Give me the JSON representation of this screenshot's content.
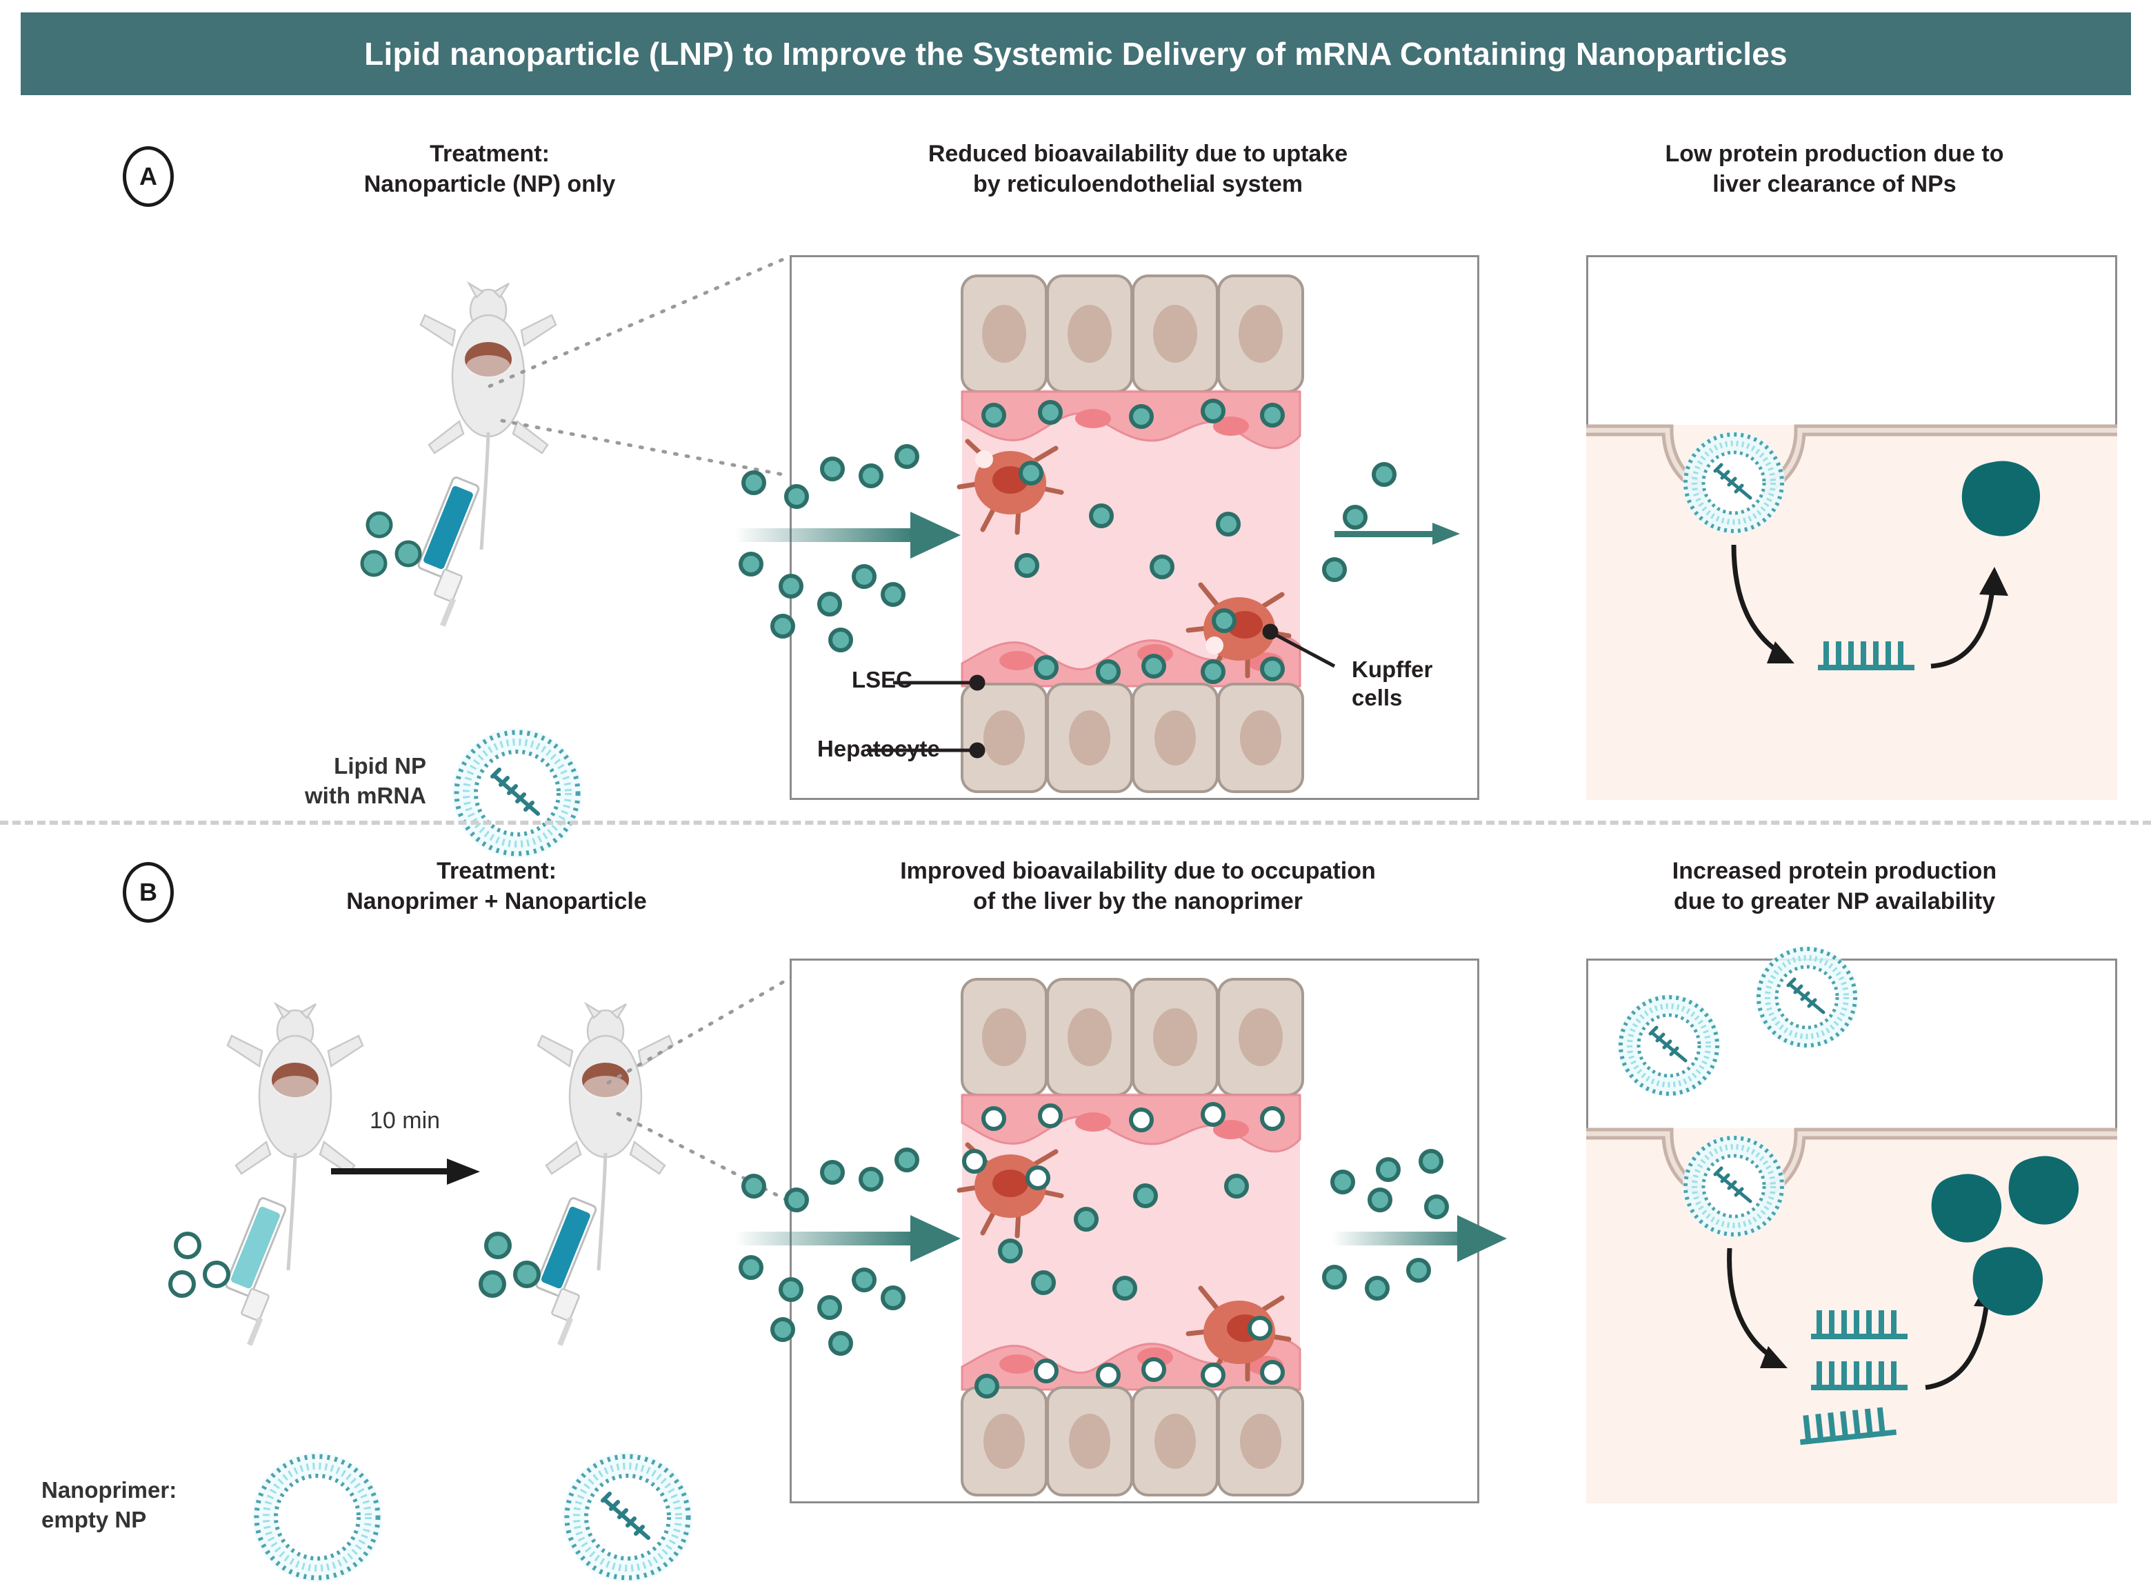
{
  "title": "Lipid nanoparticle (LNP) to Improve the Systemic Delivery of mRNA Containing Nanoparticles",
  "colors": {
    "banner_teal": "#427176",
    "nanoparticle_teal": "#3a7d76",
    "nanoparticle_fill": "#5fb3ab",
    "protein_teal": "#0f6a6e",
    "mrna_teal": "#2f8e93",
    "lnp_ring": "#49a8b5",
    "lnp_inner_glow": "#d8f2f5",
    "hepatocyte_fill": "#ded2c8",
    "hepatocyte_nucleus": "#c9ac9f",
    "sinusoid_fill": "#fbd9dd",
    "lsec_fill": "#f5a7ae",
    "lsec_nucleus": "#ef8288",
    "kupffer_fill": "#d8705d",
    "kupffer_nucleus": "#bf4233",
    "cell_cytoplasm": "#fdf2ec",
    "membrane": "#c7b2a8",
    "mouse_body": "#e8e8e8",
    "mouse_liver": "#8f4a34",
    "syringe_fluid": "#1b8fae",
    "divider_gray": "#cfcfcf",
    "frame_border": "#8c8c8c"
  },
  "panel_a": {
    "letter": "A",
    "heading_left": "Treatment:\nNanoparticle (NP) only",
    "heading_left_l1": "Treatment:",
    "heading_left_l2": "Nanoparticle (NP) only",
    "heading_mid_l1": "Reduced bioavailability due to uptake",
    "heading_mid_l2": "by reticuloendothelial system",
    "heading_right_l1": "Low protein production due to",
    "heading_right_l2": "liver clearance of NPs",
    "legend_l1": "Lipid NP",
    "legend_l2": "with mRNA",
    "label_lsec": "LSEC",
    "label_kupffer_l1": "Kupffer",
    "label_kupffer_l2": "cells",
    "label_hepatocyte": "Hepatocyte",
    "free_np_in_count": 12,
    "free_np_out_count": 3,
    "sinusoid_np_count": 6,
    "kupffer_count": 2,
    "protein_count": 1,
    "mrna_count": 1,
    "extracellular_lnp_count": 0
  },
  "panel_b": {
    "letter": "B",
    "heading_left_l1": "Treatment:",
    "heading_left_l2": "Nanoprimer + Nanoparticle",
    "heading_mid_l1": "Improved bioavailability due to occupation",
    "heading_mid_l2": "of the liver by the nanoprimer",
    "heading_right_l1": "Increased protein production",
    "heading_right_l2": "due to greater NP availability",
    "time_label": "10 min",
    "legend_l1": "Nanoprimer:",
    "legend_l2": "empty NP",
    "free_np_in_count": 12,
    "free_np_out_count": 8,
    "sinusoid_np_count": 8,
    "nanoprimer_occupied_count": 12,
    "kupffer_count": 2,
    "protein_count": 3,
    "mrna_count": 3,
    "extracellular_lnp_count": 2
  }
}
